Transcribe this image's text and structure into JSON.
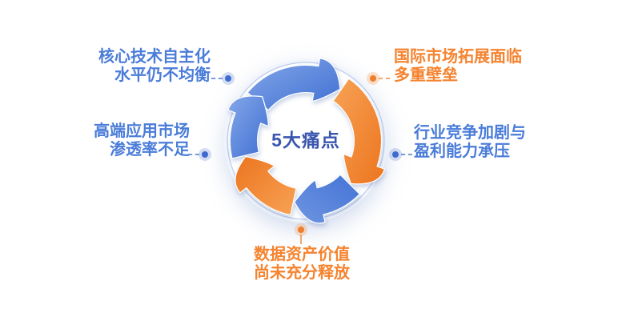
{
  "diagram": {
    "center_label": "5大痛点",
    "pain_points": [
      {
        "id": "core-tech",
        "line1": "核心技术自主化",
        "line2": "水平仍不均衡",
        "color": "#4a7cd9",
        "position": "top-left"
      },
      {
        "id": "international-market",
        "line1": "国际市场拓展面临",
        "line2": "多重壁垒",
        "color": "#f5832f",
        "position": "top-right"
      },
      {
        "id": "high-end-market",
        "line1": "高端应用市场",
        "line2": "渗透率不足",
        "color": "#4a7cd9",
        "position": "left"
      },
      {
        "id": "industry-competition",
        "line1": "行业竞争加剧与",
        "line2": "盈利能力承压",
        "color": "#4a7cd9",
        "position": "right"
      },
      {
        "id": "data-asset-value",
        "line1": "数据资产价值",
        "line2": "尚未充分释放",
        "color": "#f5832f",
        "position": "bottom"
      }
    ],
    "colors": {
      "blue": "#4a7cd9",
      "orange": "#f5832f",
      "center_text": "#3a56ae"
    }
  }
}
